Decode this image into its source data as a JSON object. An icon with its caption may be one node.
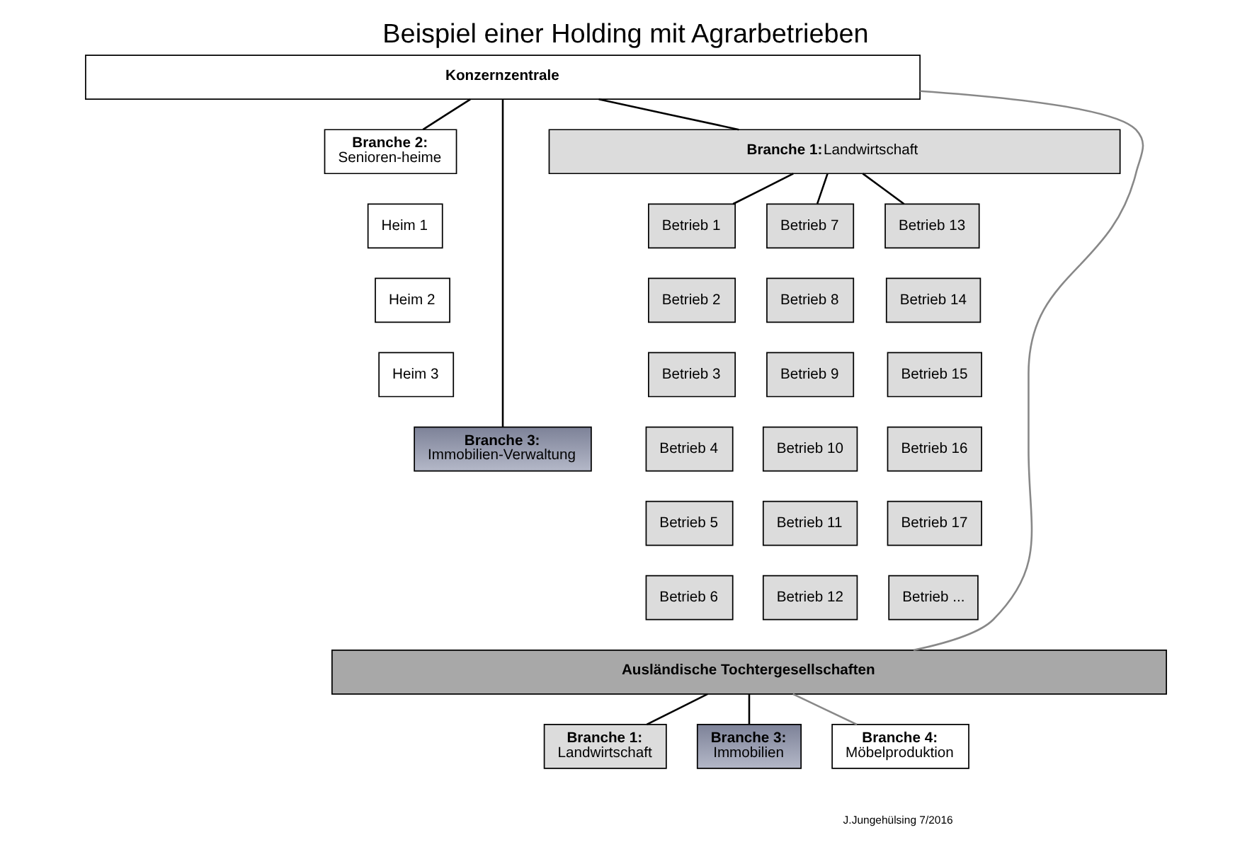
{
  "diagram": {
    "title": "Beispiel einer Holding mit Agrarbetrieben",
    "nodes": [
      {
        "text": [
          "Konzernzentrale"
        ]
      },
      {
        "text": [
          "Branche 2:",
          "Senioren-heime"
        ]
      },
      {
        "text": [
          "Heim 1"
        ]
      },
      {
        "text": [
          "Heim 2"
        ]
      },
      {
        "text": [
          "Heim 3"
        ]
      },
      {
        "text": [
          "Branche 3:",
          "Immobilien-Verwaltung"
        ]
      },
      {
        "text": [
          "Branche 1:",
          "Landwirtschaft"
        ]
      },
      {
        "text": [
          "Betrieb 1"
        ]
      },
      {
        "text": [
          "Betrieb 2"
        ]
      },
      {
        "text": [
          "Betrieb 3"
        ]
      },
      {
        "text": [
          "Betrieb 4"
        ]
      },
      {
        "text": [
          "Betrieb 5"
        ]
      },
      {
        "text": [
          "Betrieb 6"
        ]
      },
      {
        "text": [
          "Betrieb 7"
        ]
      },
      {
        "text": [
          "Betrieb 8"
        ]
      },
      {
        "text": [
          "Betrieb 9"
        ]
      },
      {
        "text": [
          "Betrieb 10"
        ]
      },
      {
        "text": [
          "Betrieb 11"
        ]
      },
      {
        "text": [
          "Betrieb 12"
        ]
      },
      {
        "text": [
          "Betrieb 13"
        ]
      },
      {
        "text": [
          "Betrieb 14"
        ]
      },
      {
        "text": [
          "Betrieb 15"
        ]
      },
      {
        "text": [
          "Betrieb 16"
        ]
      },
      {
        "text": [
          "Betrieb 17"
        ]
      },
      {
        "text": [
          "Betrieb ..."
        ]
      },
      {
        "text": [
          "Ausländische Tochtergesellschaften"
        ]
      },
      {
        "text": [
          "Branche 1:",
          "Landwirtschaft"
        ]
      },
      {
        "text": [
          "Branche 3:",
          "Immobilien"
        ]
      },
      {
        "text": [
          "Branche 4:",
          "Möbelproduktion"
        ]
      }
    ],
    "edges": [
      {
        "from": 0,
        "to": 1,
        "arrow": "none"
      },
      {
        "from": 0,
        "to": 5,
        "arrow": "none"
      },
      {
        "from": 0,
        "to": 6,
        "arrow": "none"
      },
      {
        "from": 0,
        "to": 25,
        "arrow": "none",
        "color": "#888888"
      },
      {
        "from": 6,
        "to": 7,
        "arrow": "none"
      },
      {
        "from": 6,
        "to": 13,
        "arrow": "none"
      },
      {
        "from": 6,
        "to": 19,
        "arrow": "none"
      },
      {
        "from": 25,
        "to": 26,
        "arrow": "none"
      },
      {
        "from": 25,
        "to": 27,
        "arrow": "none"
      },
      {
        "from": 25,
        "to": 28,
        "arrow": "none",
        "color": "#888888"
      }
    ],
    "labels": [
      "J.Jungehülsing 7/2016"
    ]
  }
}
